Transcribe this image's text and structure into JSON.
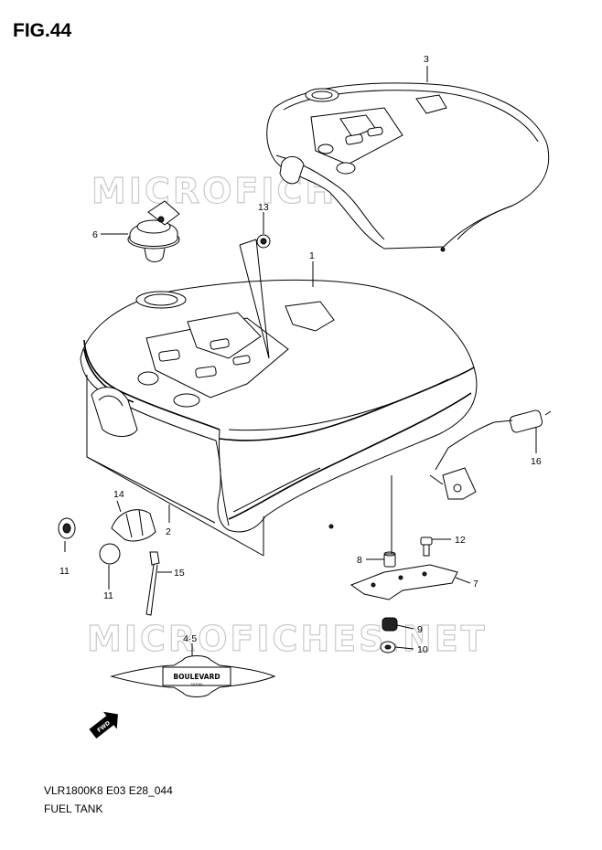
{
  "figure": {
    "title": "FIG.44"
  },
  "watermark": {
    "text": "MICROFICHES.NET"
  },
  "callouts": {
    "c1": "1",
    "c2": "2",
    "c3": "3",
    "c45": "4·5",
    "c6": "6",
    "c7": "7",
    "c8": "8",
    "c9": "9",
    "c10": "10",
    "c11a": "11",
    "c11b": "11",
    "c12": "12",
    "c13": "13",
    "c14": "14",
    "c15": "15",
    "c16": "16"
  },
  "emblem": {
    "text": "BOULEVARD",
    "subtext": "SUZUKI"
  },
  "direction_marker": {
    "text": "FWD"
  },
  "footer": {
    "model_code": "VLR1800K8 E03 E28_044",
    "assembly_name": "FUEL TANK"
  }
}
